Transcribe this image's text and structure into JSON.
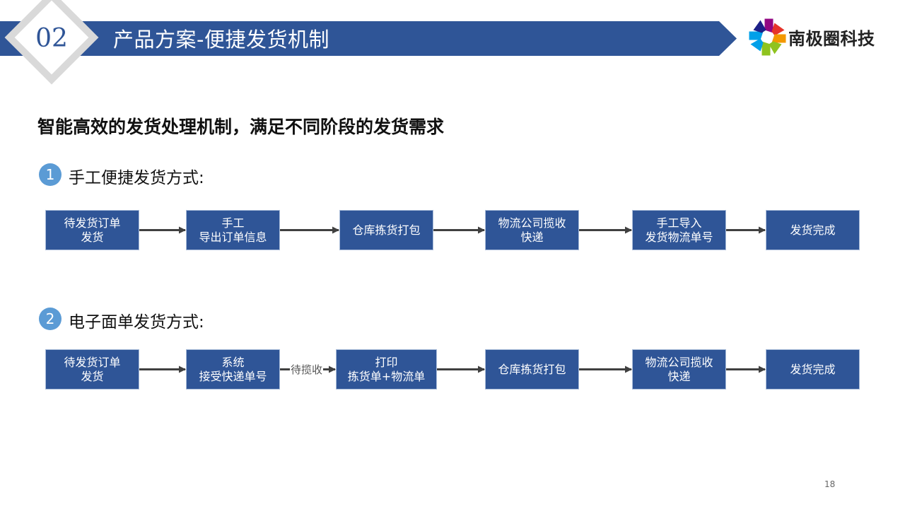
{
  "header": {
    "section_number": "02",
    "title": "产品方案-便捷发货机制",
    "bar_color": "#2f5597"
  },
  "logo": {
    "name": "南极圈科技",
    "colors": [
      "#e6332a",
      "#f39800",
      "#8fc31f",
      "#00a0e9",
      "#1d2088",
      "#920783"
    ]
  },
  "subtitle": "智能高效的发货处理机制，满足不同阶段的发货需求",
  "methods": [
    {
      "number": "1",
      "title": "手工便捷发货方式:",
      "steps": [
        {
          "line1": "待发货订单",
          "line2": "发货"
        },
        {
          "line1": "手工",
          "line2": "导出订单信息"
        },
        {
          "line1": "仓库拣货打包",
          "line2": ""
        },
        {
          "line1": "物流公司揽收",
          "line2": "快递"
        },
        {
          "line1": "手工导入",
          "line2": "发货物流单号"
        },
        {
          "line1": "发货完成",
          "line2": ""
        }
      ]
    },
    {
      "number": "2",
      "title": "电子面单发货方式:",
      "edge_label": "待揽收",
      "steps": [
        {
          "line1": "待发货订单",
          "line2": "发货"
        },
        {
          "line1": "系统",
          "line2": "接受快递单号"
        },
        {
          "line1": "打印",
          "line2": "拣货单+物流单"
        },
        {
          "line1": "仓库拣货打包",
          "line2": ""
        },
        {
          "line1": "物流公司揽收",
          "line2": "快递"
        },
        {
          "line1": "发货完成",
          "line2": ""
        }
      ]
    }
  ],
  "page_number": "18"
}
